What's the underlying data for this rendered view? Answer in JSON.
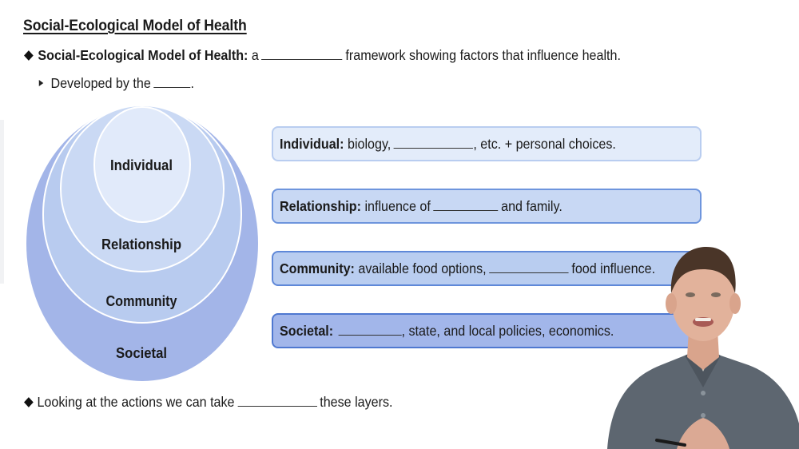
{
  "slide": {
    "title": "Social-Ecological Model of Health",
    "bullets": [
      {
        "bold": "Social-Ecological Model of Health:",
        "before_blank": " a",
        "after_blank": "framework showing factors that influence health."
      }
    ],
    "sub_bullets": [
      {
        "before_blank": "Developed by the",
        "after_blank": "."
      }
    ],
    "footer_bullet": {
      "before_blank": "Looking at the actions we can take",
      "after_blank": "these layers."
    }
  },
  "diagram": {
    "layers": [
      {
        "label": "Societal",
        "color": "#a3b5e8"
      },
      {
        "label": "Community",
        "color": "#b8cbef"
      },
      {
        "label": "Relationship",
        "color": "#cad9f4"
      },
      {
        "label": "Individual",
        "color": "#e1eafa"
      }
    ],
    "outline_color": "#ffffff"
  },
  "boxes": [
    {
      "label": "Individual:",
      "before_blank": "biology,",
      "after_blank": ", etc. + personal choices."
    },
    {
      "label": "Relationship:",
      "before_blank": "influence of",
      "after_blank": "and family."
    },
    {
      "label": "Community:",
      "before_blank": "available food options,",
      "after_blank": "food influence."
    },
    {
      "label": "Societal:",
      "before_blank": "",
      "after_blank": ", state, and local policies, economics."
    }
  ],
  "presenter": {
    "description": "presenter video overlay",
    "shirt_color": "#5d6670"
  }
}
